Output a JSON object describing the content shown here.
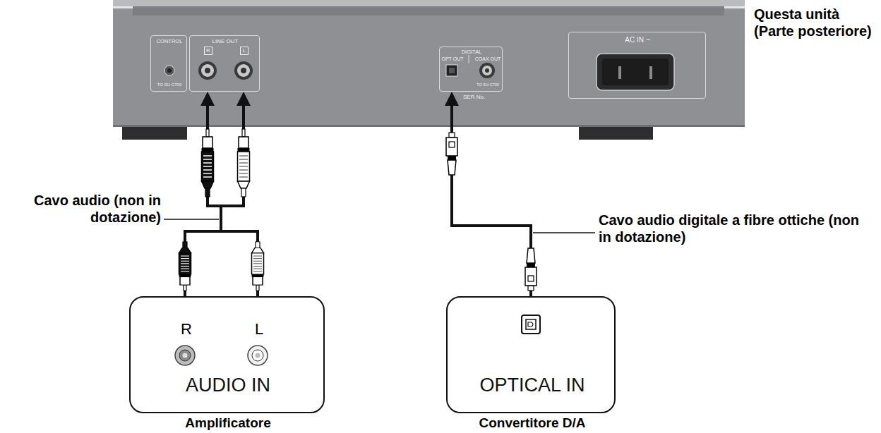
{
  "diagram": {
    "nodes": [
      {
        "text": [
          "Questa unità (Parte posteriore)"
        ]
      },
      {
        "text": [
          "CONTROL",
          "TO SU-C700"
        ],
        "in": 0
      },
      {
        "text": [
          "LINE OUT",
          "R",
          "L"
        ],
        "in": 0
      },
      {
        "text": [
          "DIGITAL",
          "OPT OUT",
          "COAX OUT",
          "TO SU-C700"
        ],
        "in": 0
      },
      {
        "text": [
          "AC IN ~"
        ],
        "in": 0
      },
      {
        "text": [
          "R",
          "L",
          "AUDIO IN",
          "Amplificatore"
        ]
      },
      {
        "text": [
          "OPTICAL IN",
          "Convertitore D/A"
        ]
      }
    ],
    "edges": [
      {
        "from": 5,
        "to": 2,
        "arrow": "to"
      },
      {
        "from": 6,
        "to": 3,
        "arrow": "to"
      }
    ],
    "labels": [
      "SER No.",
      "Cavo audio (non in dotazione)",
      "Cavo audio digitale a fibre ottiche (non in dotazione)"
    ]
  }
}
